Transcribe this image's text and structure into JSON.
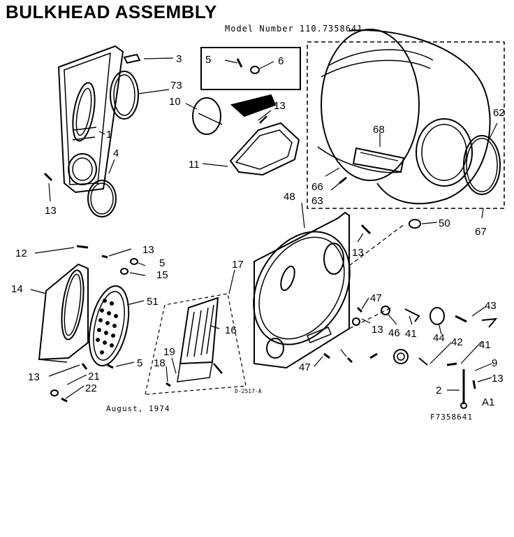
{
  "title": "BULKHEAD ASSEMBLY",
  "model_number": "Model Number 110.7358641",
  "date": "August, 1974",
  "drawing_number": "D-2517-A",
  "catalog_number": "F7358641",
  "callouts": {
    "c3": "3",
    "c73": "73",
    "c1": "1",
    "c4": "4",
    "c13a": "13",
    "c5a": "5",
    "c6": "6",
    "c10": "10",
    "c13b": "13",
    "c11": "11",
    "c68": "68",
    "c62": "62",
    "c66": "66",
    "c63": "63",
    "c67": "67",
    "c48": "48",
    "c50": "50",
    "c13c": "13",
    "c12": "12",
    "c13d": "13",
    "c5b": "5",
    "c15": "15",
    "c14": "14",
    "c51": "51",
    "c13e": "13",
    "c21": "21",
    "c22": "22",
    "c5c": "5",
    "c17": "17",
    "c16": "16",
    "c19": "19",
    "c18": "18",
    "c47a": "47",
    "c13f": "13",
    "c46": "46",
    "c41a": "41",
    "c43": "43",
    "c44": "44",
    "c42": "42",
    "c41b": "41",
    "c47b": "47",
    "c9": "9",
    "c13g": "13",
    "c2": "2",
    "cA1": "A1"
  }
}
